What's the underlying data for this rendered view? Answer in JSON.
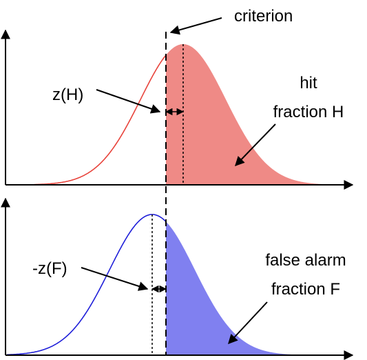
{
  "top_panel": {
    "criterion_label": "criterion",
    "z_label": "z(H)",
    "hit_label_line1": "hit",
    "hit_label_line2": "fraction H"
  },
  "bottom_panel": {
    "z_label": "-z(F)",
    "fa_label_line1": "false alarm",
    "fa_label_line2": "fraction F"
  },
  "colors": {
    "signal_curve": "#e8433b",
    "signal_fill": "#ef8a86",
    "noise_curve": "#1f1fd9",
    "noise_fill": "#8080f0",
    "axes": "#000000"
  }
}
